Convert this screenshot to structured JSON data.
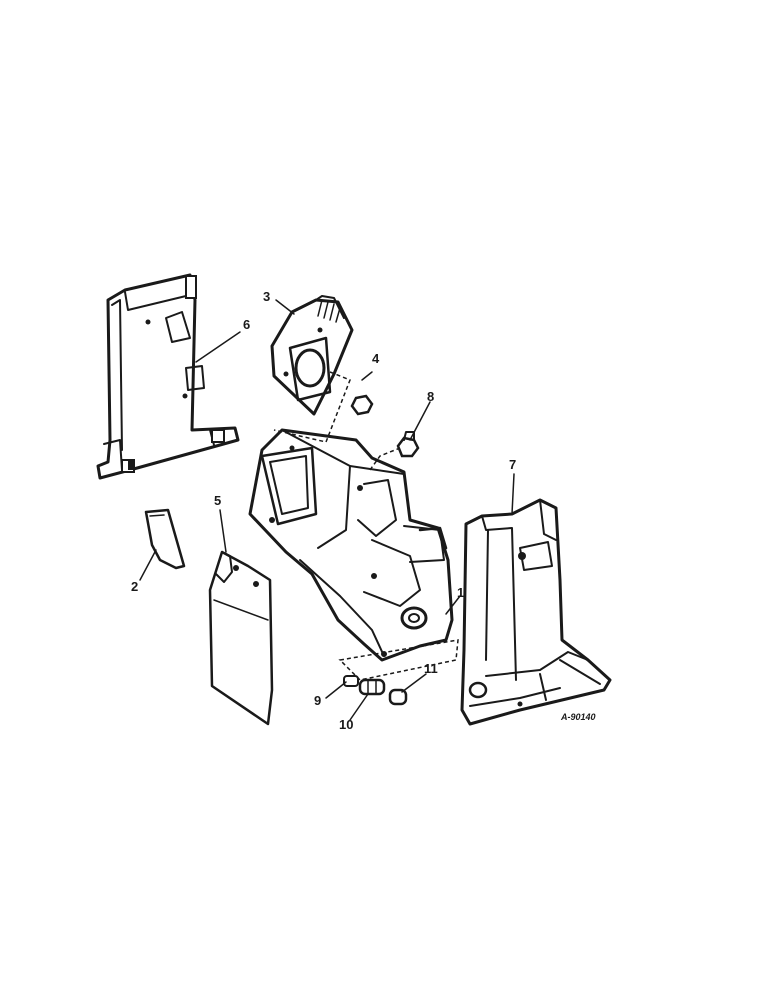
{
  "diagram": {
    "figure_code": "A-90140",
    "callouts": [
      {
        "id": "c1",
        "text": "1"
      },
      {
        "id": "c2",
        "text": "2"
      },
      {
        "id": "c3",
        "text": "3"
      },
      {
        "id": "c4",
        "text": "4"
      },
      {
        "id": "c5",
        "text": "5"
      },
      {
        "id": "c6",
        "text": "6"
      },
      {
        "id": "c7",
        "text": "7"
      },
      {
        "id": "c8",
        "text": "8"
      },
      {
        "id": "c9",
        "text": "9"
      },
      {
        "id": "c10",
        "text": "10"
      },
      {
        "id": "c11",
        "text": "11"
      }
    ]
  }
}
